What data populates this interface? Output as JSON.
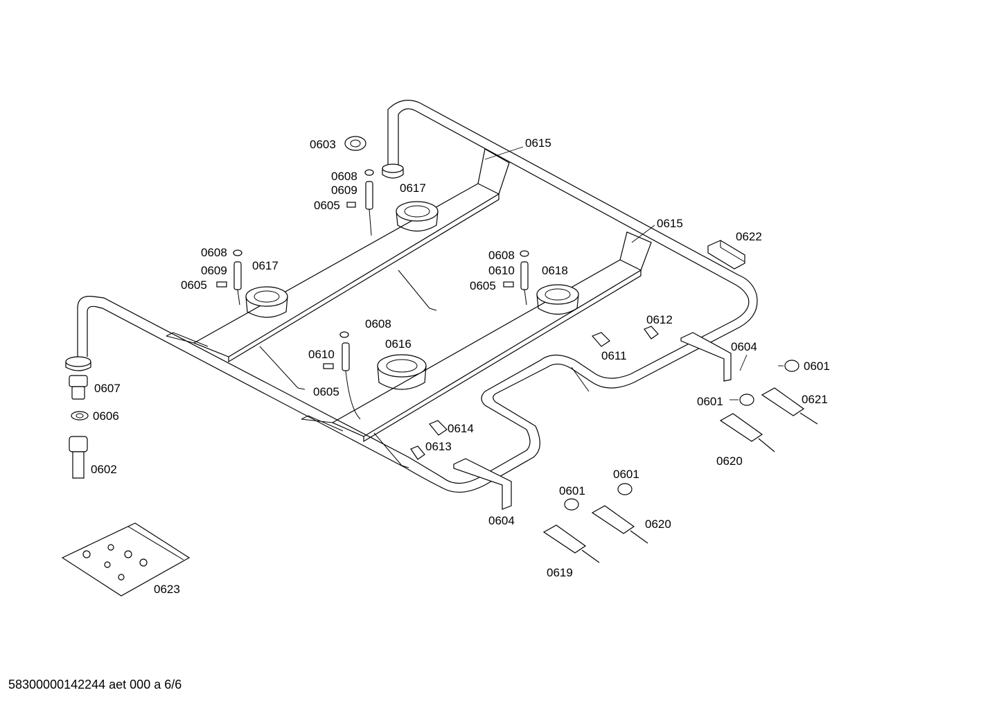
{
  "footer": "58300000142244 aet 000 a 6/6",
  "labels": {
    "l0603": "0603",
    "l0608a": "0608",
    "l0609a": "0609",
    "l0605a": "0605",
    "l0617a": "0617",
    "l0615a": "0615",
    "l0615b": "0615",
    "l0622": "0622",
    "l0608b": "0608",
    "l0609b": "0609",
    "l0605b": "0605",
    "l0617b": "0617",
    "l0608c": "0608",
    "l0610c": "0610",
    "l0605c": "0605",
    "l0618": "0618",
    "l0608d": "0608",
    "l0610d": "0610",
    "l0605d": "0605",
    "l0616": "0616",
    "l0612": "0612",
    "l0611": "0611",
    "l0604a": "0604",
    "l0601a": "0601",
    "l0601b": "0601",
    "l0621": "0621",
    "l0620a": "0620",
    "l0607": "0607",
    "l0606": "0606",
    "l0602": "0602",
    "l0614": "0614",
    "l0613": "0613",
    "l0604b": "0604",
    "l0601c": "0601",
    "l0601d": "0601",
    "l0620b": "0620",
    "l0619": "0619",
    "l0623": "0623"
  }
}
